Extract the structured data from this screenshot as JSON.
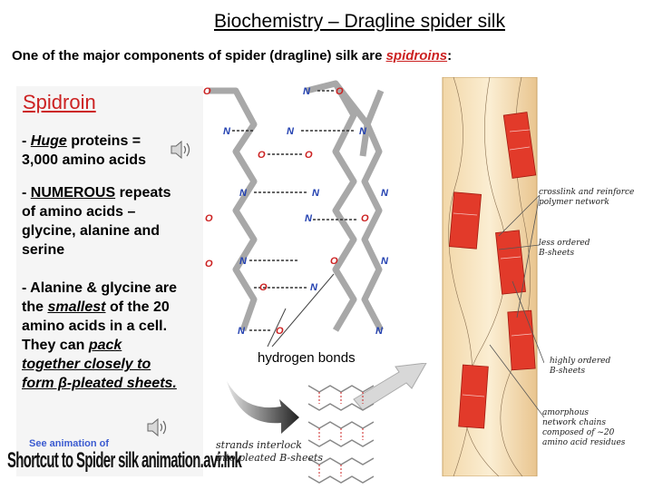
{
  "title": "Biochemistry – Dragline spider silk",
  "subtitle": {
    "text_before": "One of the major components of spider (dragline) silk are ",
    "highlight": "spidroins",
    "text_after": ":"
  },
  "sidebar": {
    "heading": "Spidroin",
    "p1": {
      "dash": "- ",
      "huge": "Huge",
      "rest1": " proteins =",
      "line2": "3,000 amino acids"
    },
    "p2": {
      "dash": "- ",
      "numerous": "NUMEROUS",
      "rest1": " repeats",
      "line2": "of amino acids –",
      "line3": "glycine, alanine and",
      "line4": "serine"
    },
    "p3": {
      "line1": "- Alanine & glycine are",
      "line2a": "the ",
      "smallest": "smallest",
      "line2b": " of the 20",
      "line3": "amino acids in a cell.",
      "line4a": "They can ",
      "pack": "pack",
      "line5": "together closely to",
      "line6": "form β-pleated sheets."
    },
    "see_animation": "See animation of",
    "shortcut": "Shortcut to Spider silk animation.avi.lnk"
  },
  "diagram": {
    "hydrogen_bonds": "hydrogen bonds",
    "atom_o": "O",
    "atom_n": "N",
    "crosslink_l1": "crosslink and reinforce",
    "crosslink_l2": "polymer network",
    "less_ordered_l1": "less ordered",
    "less_ordered_l2": "B-sheets",
    "highly_ordered_l1": "highly ordered",
    "highly_ordered_l2": "B-sheets",
    "amorph_l1": "amorphous",
    "amorph_l2": "network chains",
    "amorph_l3": "composed of ~20",
    "amorph_l4": "amino acid residues",
    "strands_l1": "strands interlock",
    "strands_l2": "into pleated B-sheets"
  },
  "colors": {
    "accent_red": "#cc2222",
    "link_blue": "#3b5bd0"
  }
}
